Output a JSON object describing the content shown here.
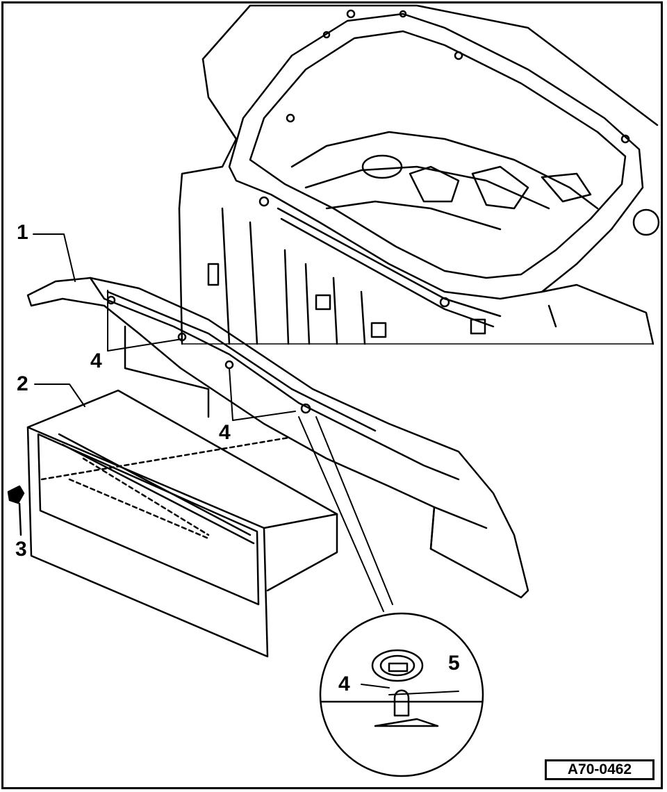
{
  "callouts": {
    "part_1": "1",
    "part_2": "2",
    "part_3": "3",
    "part_4a": "4",
    "part_4b": "4",
    "part_4c": "4",
    "part_5": "5"
  },
  "figure_id": "A70-0462"
}
